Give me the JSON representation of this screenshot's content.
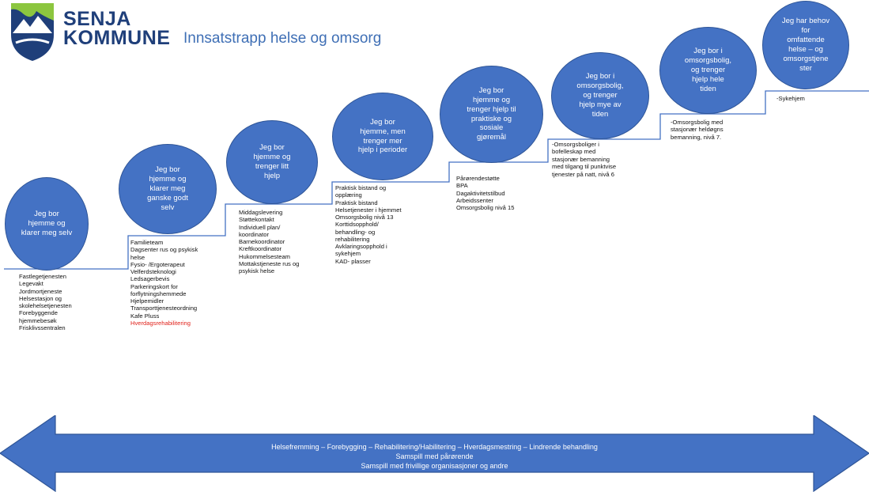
{
  "header": {
    "logo_line1": "SENJA",
    "logo_line2": "KOMMUNE",
    "title": "Innsatstrapp helse og omsorg"
  },
  "steps": [
    {
      "label": "Jeg bor\nhjemme og\nklarer meg selv",
      "items": [
        "Fastlegetjenesten",
        "Legevakt",
        "Jordmortjeneste",
        "Helsestasjon og",
        "skolehelsetjenesten",
        "Forebyggende",
        "hjemmebesøk",
        "Frisklivssentralen"
      ]
    },
    {
      "label": "Jeg bor\nhjemme og\nklarer meg\nganske godt\nselv",
      "items": [
        "Familieteam",
        "Dagsenter rus og psykisk",
        "helse",
        "Fysio- /Ergoterapeut",
        "Velferdsteknologi",
        "Ledsagerbevis",
        "Parkeringskort for",
        "forflytningshemmede",
        "Hjelpemidler",
        "Transporttjenesteordning",
        "Kafe Pluss"
      ],
      "highlight_item": "Hverdagsrehabilitering"
    },
    {
      "label": "Jeg bor\nhjemme og\ntrenger litt\nhjelp",
      "items": [
        "Middagslevering",
        "Støttekontakt",
        "Individuell plan/",
        "koordinator",
        "Barnekoordinator",
        "Kreftkoordinator",
        "Hukommelsesteam",
        "Mottakstjeneste rus og",
        "psykisk helse"
      ]
    },
    {
      "label": "Jeg bor\nhjemme, men\ntrenger mer\nhjelp i perioder",
      "items": [
        "Praktisk bistand og",
        "opplæring",
        "Praktisk bistand",
        "Helsetjenester i hjemmet",
        "Omsorgsbolig nivå 13",
        "Korttidsopphold/",
        "behandling- og",
        "rehabilitering",
        "Avklaringsopphold i",
        "sykehjem",
        "KAD- plasser"
      ]
    },
    {
      "label": "Jeg bor\nhjemme og\ntrenger hjelp til\npraktiske og\nsosiale\ngjøremål",
      "items": [
        "Pårørendestøtte",
        "BPA",
        "Dagaktivitetstilbud",
        "Arbeidssenter",
        "Omsorgsbolig nivå 15"
      ]
    },
    {
      "label": "Jeg bor i\nomsorgsbolig,\nog trenger\nhjelp mye av\ntiden",
      "note": "-Omsorgsboliger i\nbofelleskap med\nstasjonær bemanning\nmed tilgang til punktvise\ntjenester på natt, nivå 6"
    },
    {
      "label": "Jeg bor i\nomsorgsbolig,\nog trenger\nhjelp hele\ntiden",
      "note": "-Omsorgsbolig med\nstasjonær heldøgns\nbemanning, nivå 7."
    },
    {
      "label": "Jeg har behov\nfor\nomfattende\nhelse – og\nomsorgstjene\nster",
      "note": "-Sykehjem"
    }
  ],
  "arrow": {
    "line1": "Helsefremming – Forebygging – Rehabilitering/Habilitering – Hverdagsmestring – Lindrende behandling",
    "line2": "Samspill med pårørende",
    "line3": "Samspill med frivillige organisasjoner og andre"
  },
  "colors": {
    "bubble_fill": "#4472c4",
    "bubble_border": "#2f5597",
    "stair_line": "#4472c4",
    "highlight_text": "#e0221b",
    "logo_blue": "#1f3f7a",
    "title_blue": "#3f6fb5"
  }
}
